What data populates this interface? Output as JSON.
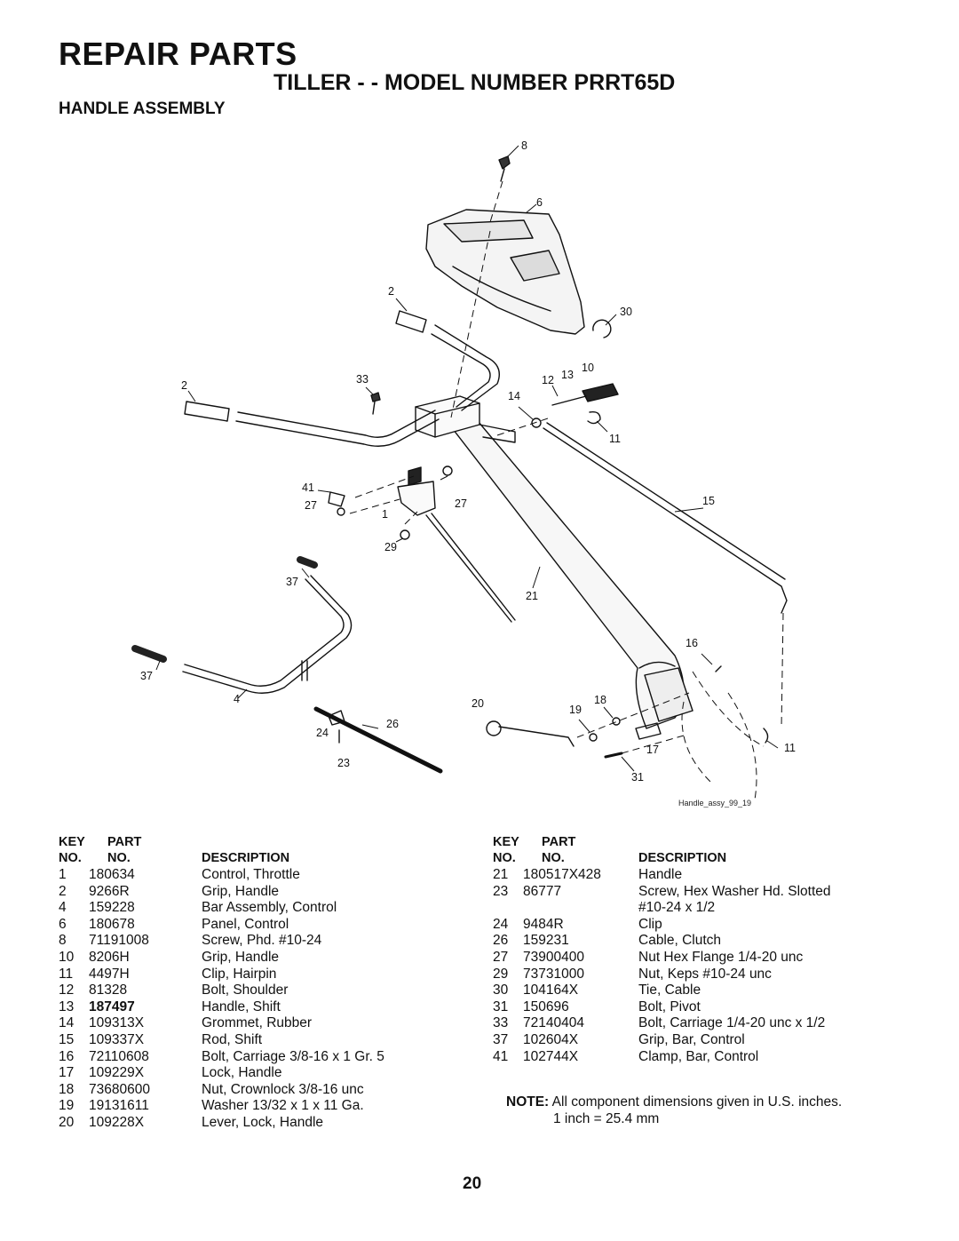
{
  "header": {
    "title": "REPAIR PARTS",
    "subtitle": "TILLER - - MODEL NUMBER PRRT65D",
    "section": "HANDLE ASSEMBLY"
  },
  "diagram": {
    "figure_id": "Handle_assy_99_19",
    "callouts": [
      "8",
      "6",
      "2",
      "30",
      "2",
      "33",
      "12",
      "13",
      "10",
      "14",
      "11",
      "41",
      "27",
      "1",
      "27",
      "15",
      "29",
      "37",
      "21",
      "16",
      "37",
      "4",
      "20",
      "19",
      "18",
      "26",
      "24",
      "17",
      "11",
      "23",
      "31"
    ]
  },
  "parts_table": {
    "headers": {
      "key_line1": "KEY",
      "key_line2": "NO.",
      "part_line1": "PART",
      "part_line2": "NO.",
      "description": "DESCRIPTION"
    },
    "left": [
      {
        "key": "1",
        "part": "180634",
        "desc": "Control, Throttle"
      },
      {
        "key": "2",
        "part": "9266R",
        "desc": "Grip, Handle"
      },
      {
        "key": "4",
        "part": "159228",
        "desc": "Bar Assembly, Control"
      },
      {
        "key": "6",
        "part": "180678",
        "desc": "Panel, Control"
      },
      {
        "key": "8",
        "part": "71191008",
        "desc": "Screw, Phd. #10-24"
      },
      {
        "key": "10",
        "part": "8206H",
        "desc": "Grip, Handle"
      },
      {
        "key": "11",
        "part": "4497H",
        "desc": "Clip, Hairpin"
      },
      {
        "key": "12",
        "part": "81328",
        "desc": "Bolt, Shoulder"
      },
      {
        "key": "13",
        "part": "187497",
        "desc": "Handle, Shift"
      },
      {
        "key": "14",
        "part": "109313X",
        "desc": "Grommet, Rubber"
      },
      {
        "key": "15",
        "part": "109337X",
        "desc": "Rod, Shift"
      },
      {
        "key": "16",
        "part": "72110608",
        "desc": "Bolt, Carriage  3/8-16 x 1 Gr. 5"
      },
      {
        "key": "17",
        "part": "109229X",
        "desc": "Lock, Handle"
      },
      {
        "key": "18",
        "part": "73680600",
        "desc": "Nut, Crownlock  3/8-16 unc"
      },
      {
        "key": "19",
        "part": "19131611",
        "desc": "Washer  13/32 x 1 x 11 Ga."
      },
      {
        "key": "20",
        "part": "109228X",
        "desc": "Lever, Lock, Handle"
      }
    ],
    "right": [
      {
        "key": "21",
        "part": "180517X428",
        "desc": "Handle"
      },
      {
        "key": "23",
        "part": "86777",
        "desc": "Screw, Hex Washer Hd. Slotted",
        "desc2": "#10-24 x 1/2"
      },
      {
        "key": "24",
        "part": "9484R",
        "desc": "Clip"
      },
      {
        "key": "26",
        "part": "159231",
        "desc": "Cable, Clutch"
      },
      {
        "key": "27",
        "part": "73900400",
        "desc": "Nut Hex Flange  1/4-20 unc"
      },
      {
        "key": "29",
        "part": "73731000",
        "desc": "Nut, Keps  #10-24 unc"
      },
      {
        "key": "30",
        "part": "104164X",
        "desc": "Tie, Cable"
      },
      {
        "key": "31",
        "part": "150696",
        "desc": "Bolt, Pivot"
      },
      {
        "key": "33",
        "part": "72140404",
        "desc": "Bolt, Carriage  1/4-20 unc x 1/2"
      },
      {
        "key": "37",
        "part": "102604X",
        "desc": "Grip, Bar, Control"
      },
      {
        "key": "41",
        "part": "102744X",
        "desc": "Clamp, Bar, Control"
      }
    ]
  },
  "note": {
    "label": "NOTE:",
    "line1": "All component dimensions given in U.S. inches.",
    "line2": "1 inch = 25.4 mm"
  },
  "page_number": "20"
}
